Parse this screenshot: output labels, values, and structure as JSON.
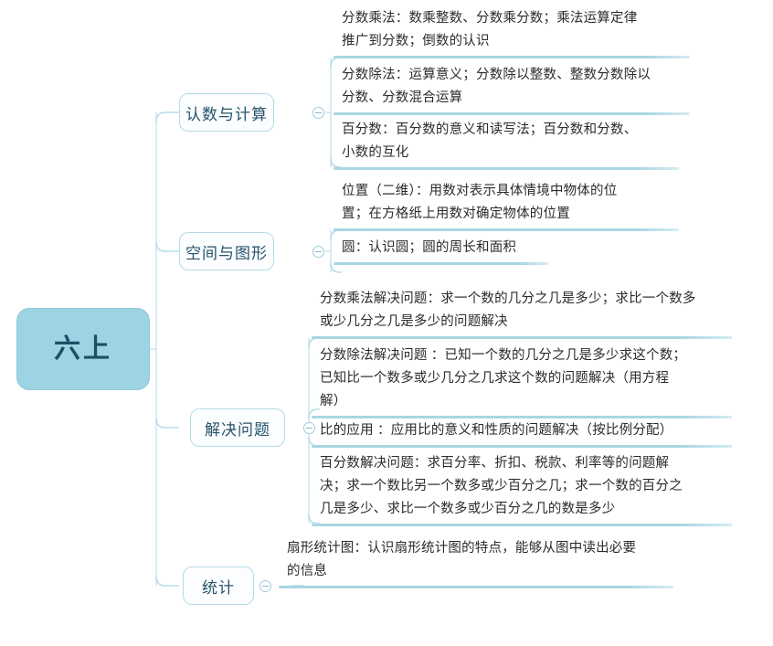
{
  "diagram": {
    "type": "mind-map",
    "title": "六上",
    "accent_color": "#9ed3e3",
    "line_color": "#a9d6e3",
    "text_color": "#2b2b2b",
    "root_text_color": "#1f4e66"
  },
  "root": {
    "label": "六上"
  },
  "toggle": {
    "symbol": "minus",
    "state": "expanded"
  },
  "branches": [
    {
      "label": "认数与计算",
      "leaves": [
        {
          "text": "分数乘法：数乘整数、分数乘分数；乘法运算定律\n推广到分数；倒数的认识"
        },
        {
          "text": "分数除法：运算意义；分数除以整数、整数分数除以\n分数、分数混合运算"
        },
        {
          "text": "百分数：百分数的意义和读写法；百分数和分数、\n小数的互化"
        }
      ]
    },
    {
      "label": "空间与图形",
      "leaves": [
        {
          "text": "位置（二维）：用数对表示具体情境中物体的位\n置；在方格纸上用数对确定物体的位置"
        },
        {
          "text": "圆：认识圆；圆的周长和面积"
        }
      ]
    },
    {
      "label": "解决问题",
      "leaves": [
        {
          "text": "分数乘法解决问题：求一个数的几分之几是多少；求比一个数多\n或少几分之几是多少的问题解决"
        },
        {
          "text": "分数除法解决问题 ：已知一个数的几分之几是多少求这个数；\n已知比一个数多或少几分之几求这个数的问题解决（用方程\n解）"
        },
        {
          "text": "比的应用 ：应用比的意义和性质的问题解决（按比例分配）"
        },
        {
          "text": "百分数解决问题：求百分率、折扣、税款、利率等的问题解\n决；求一个数比另一个数多或少百分之几；求一个数的百分之\n几是多少、求比一个数多或少百分之几的数是多少"
        }
      ]
    },
    {
      "label": "统计",
      "leaves": [
        {
          "text": "扇形统计图：认识扇形统计图的特点，能够从图中读出必要\n的信息"
        }
      ]
    }
  ]
}
